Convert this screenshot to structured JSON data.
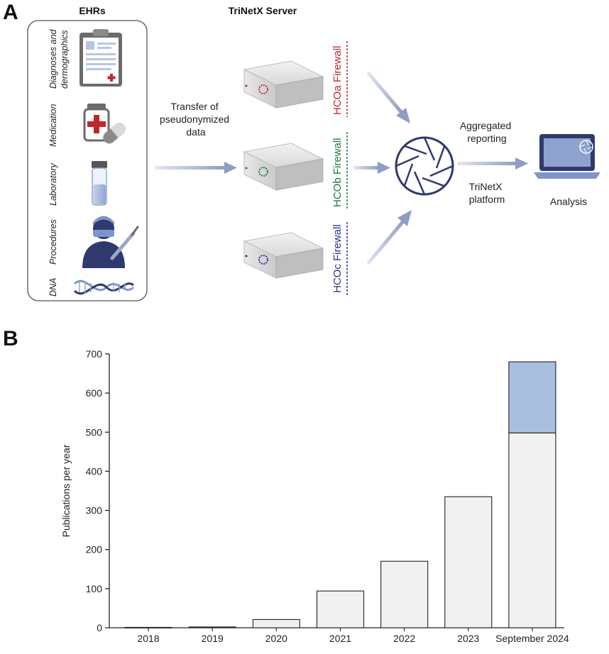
{
  "panel_a": {
    "letter": "A",
    "ehr_header": "EHRs",
    "server_header": "TriNetX Server",
    "categories": [
      "Diagnoses and",
      "dermographics",
      "Medication",
      "Laboratory",
      "Procedures",
      "DNA"
    ],
    "transfer_label": [
      "Transfer of",
      "pseudonymized",
      "data"
    ],
    "firewalls": [
      {
        "label": "HCOa Firewall",
        "color": "#c0272d"
      },
      {
        "label": "HCOb Firewall",
        "color": "#1f7a3f"
      },
      {
        "label": "HCOc Firewall",
        "color": "#2e3192"
      }
    ],
    "aggregated_label": [
      "Aggregated",
      "reporting"
    ],
    "platform_label": [
      "TriNetX",
      "platform"
    ],
    "analysis_label": "Analysis",
    "colors": {
      "hub": "#2e3a6e",
      "arrow": "#8f9cc4",
      "laptop": "#7f95c9"
    }
  },
  "panel_b": {
    "letter": "B"
  },
  "chart_data": {
    "type": "bar",
    "stacked": true,
    "categories": [
      "2018",
      "2019",
      "2020",
      "2021",
      "2022",
      "2023",
      "September 2024"
    ],
    "series": [
      {
        "values": [
          1,
          2,
          21,
          94,
          170,
          335,
          498
        ],
        "color": "#f1f1f1"
      },
      {
        "values": [
          0,
          0,
          0,
          0,
          0,
          0,
          182
        ],
        "color": "#aabedf"
      }
    ],
    "ylabel": "Publications per year",
    "xlabel": "",
    "ylim": [
      0,
      700
    ],
    "yticks": [
      0,
      100,
      200,
      300,
      400,
      500,
      600,
      700
    ],
    "grid": false
  }
}
